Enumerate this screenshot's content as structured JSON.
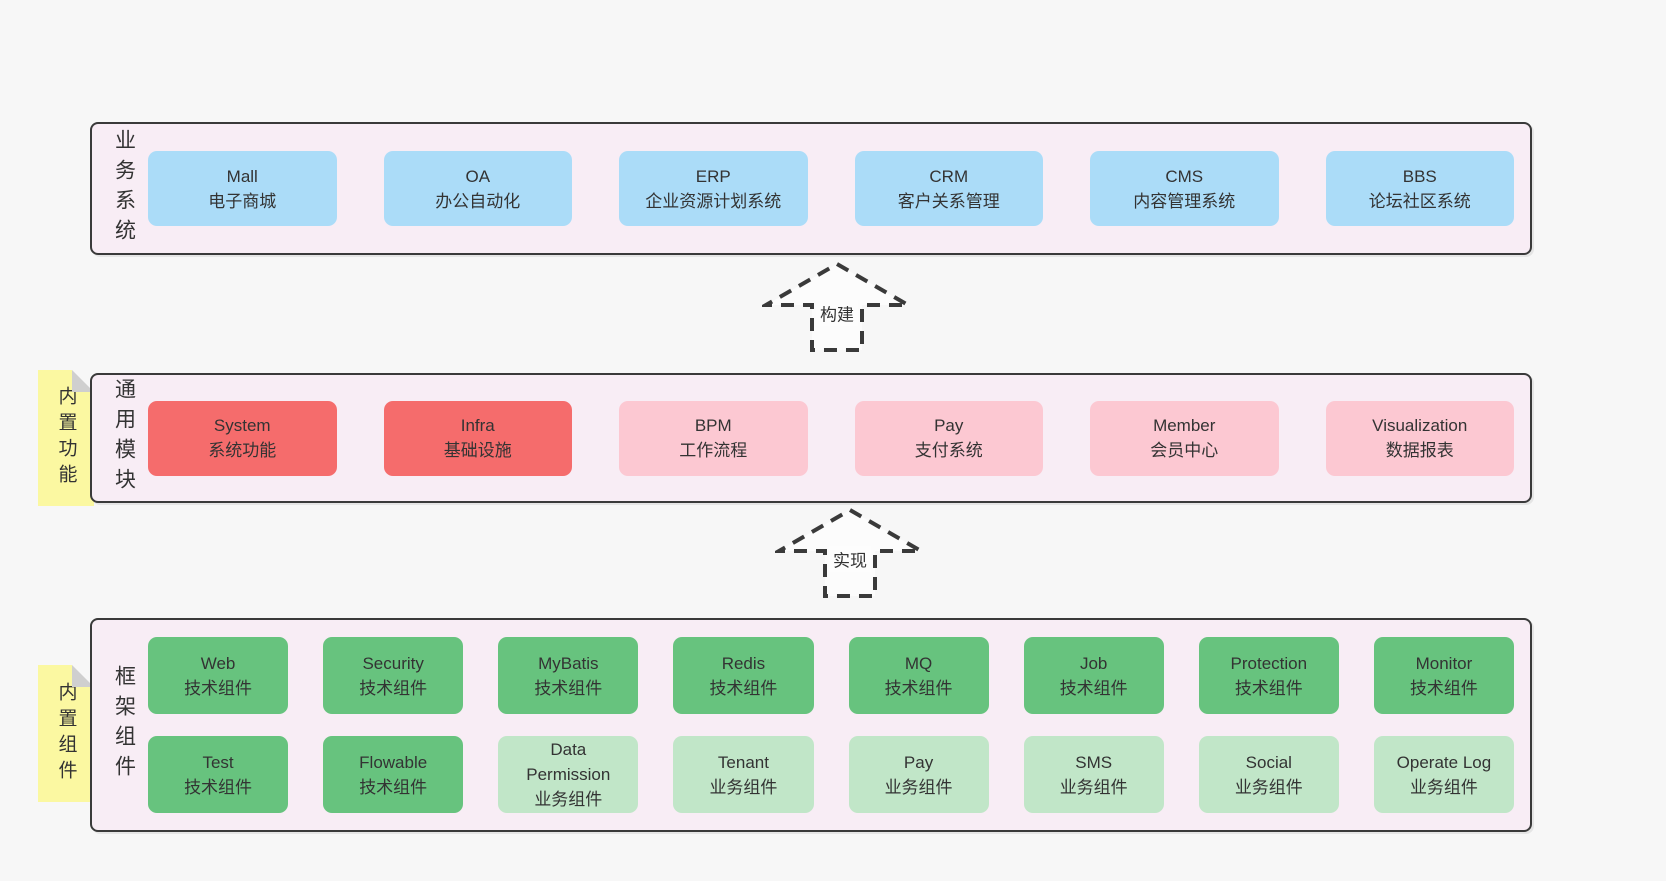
{
  "colors": {
    "page_bg": "#f7f7f7",
    "panel_bg": "#f8edf5",
    "panel_border": "#3a3a3a",
    "business_box": "#abdcf8",
    "core_module_box": "#f56c6c",
    "extension_module_box": "#fcc8d2",
    "tech_component_box": "#67c37e",
    "biz_component_box": "#c1e6c8",
    "note_bg": "#fbf8a1",
    "note_fold": "#cfcfcf",
    "text": "#333333"
  },
  "notes": {
    "features": "内置功能",
    "components": "内置组件"
  },
  "arrows": {
    "build": "构建",
    "implement": "实现"
  },
  "panels": {
    "business": {
      "title": "业务系统",
      "boxes": [
        {
          "name": "Mall",
          "subtitle": "电子商城"
        },
        {
          "name": "OA",
          "subtitle": "办公自动化"
        },
        {
          "name": "ERP",
          "subtitle": "企业资源计划系统"
        },
        {
          "name": "CRM",
          "subtitle": "客户关系管理"
        },
        {
          "name": "CMS",
          "subtitle": "内容管理系统"
        },
        {
          "name": "BBS",
          "subtitle": "论坛社区系统"
        }
      ]
    },
    "modules": {
      "title": "通用模块",
      "boxes": [
        {
          "name": "System",
          "subtitle": "系统功能",
          "variant": "core"
        },
        {
          "name": "Infra",
          "subtitle": "基础设施",
          "variant": "core"
        },
        {
          "name": "BPM",
          "subtitle": "工作流程",
          "variant": "extension"
        },
        {
          "name": "Pay",
          "subtitle": "支付系统",
          "variant": "extension"
        },
        {
          "name": "Member",
          "subtitle": "会员中心",
          "variant": "extension"
        },
        {
          "name": "Visualization",
          "subtitle": "数据报表",
          "variant": "extension"
        }
      ]
    },
    "framework": {
      "title": "框架组件",
      "rows": [
        [
          {
            "name": "Web",
            "subtitle": "技术组件",
            "variant": "tech"
          },
          {
            "name": "Security",
            "subtitle": "技术组件",
            "variant": "tech"
          },
          {
            "name": "MyBatis",
            "subtitle": "技术组件",
            "variant": "tech"
          },
          {
            "name": "Redis",
            "subtitle": "技术组件",
            "variant": "tech"
          },
          {
            "name": "MQ",
            "subtitle": "技术组件",
            "variant": "tech"
          },
          {
            "name": "Job",
            "subtitle": "技术组件",
            "variant": "tech"
          },
          {
            "name": "Protection",
            "subtitle": "技术组件",
            "variant": "tech"
          },
          {
            "name": "Monitor",
            "subtitle": "技术组件",
            "variant": "tech"
          }
        ],
        [
          {
            "name": "Test",
            "subtitle": "技术组件",
            "variant": "tech"
          },
          {
            "name": "Flowable",
            "subtitle": "技术组件",
            "variant": "tech"
          },
          {
            "name": "Data Permission",
            "subtitle": "业务组件",
            "variant": "biz"
          },
          {
            "name": "Tenant",
            "subtitle": "业务组件",
            "variant": "biz"
          },
          {
            "name": "Pay",
            "subtitle": "业务组件",
            "variant": "biz"
          },
          {
            "name": "SMS",
            "subtitle": "业务组件",
            "variant": "biz"
          },
          {
            "name": "Social",
            "subtitle": "业务组件",
            "variant": "biz"
          },
          {
            "name": "Operate Log",
            "subtitle": "业务组件",
            "variant": "biz"
          }
        ]
      ]
    }
  }
}
